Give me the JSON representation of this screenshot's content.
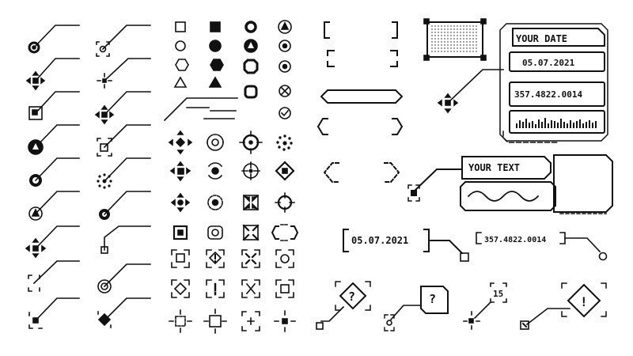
{
  "labels": {
    "your_date": "YOUR DATE",
    "date_value": "05.07.2021",
    "number_value": "357.4822.0014",
    "your_text": "YOUR TEXT",
    "date_callout": "05.07.2021",
    "number_callout": "357.4822.0014",
    "question_mark": "?",
    "question_mark_2": "?",
    "count_15": "15",
    "exclamation": "!"
  },
  "icon_names": [
    "hud-callout-line-set",
    "basic-shape-icon-set",
    "crosshair-icon-set",
    "frame-bracket-set",
    "hud-date-panel",
    "hud-text-panel",
    "hud-info-callouts"
  ],
  "colors": {
    "stroke": "#111111",
    "background": "#ffffff"
  }
}
